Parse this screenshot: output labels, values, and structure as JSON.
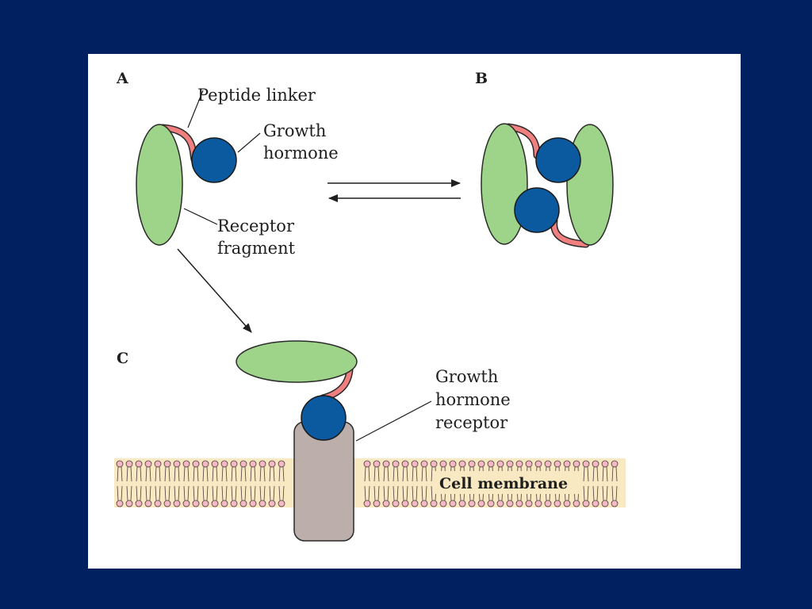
{
  "panels": {
    "a": "A",
    "b": "B",
    "c": "C"
  },
  "labels": {
    "peptide_linker": "Peptide linker",
    "growth_hormone": [
      "Growth",
      "hormone"
    ],
    "receptor_fragment": [
      "Receptor",
      "fragment"
    ],
    "gh_receptor": [
      "Growth",
      "hormone",
      "receptor"
    ],
    "cell_membrane": "Cell membrane"
  },
  "colors": {
    "background": "#002060",
    "receptor_fragment": "#9ed48a",
    "growth_hormone": "#0b5aa0",
    "peptide_linker": "#f07f7f",
    "receptor_body": "#bcaeaa",
    "membrane": "#f8e9c2",
    "lipid_head": "#f4b7c4"
  }
}
